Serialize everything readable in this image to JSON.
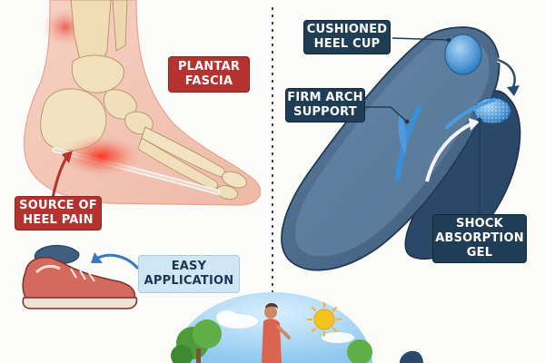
{
  "labels": {
    "plantar_fascia": "PLANTAR\nFASCIA",
    "source_heel_pain": "SOURCE OF\nHEEL PAIN",
    "easy_application": "EASY\nAPPLICATION",
    "cushioned_heel_cup": "CUSHIONED\nHEEL CUP",
    "firm_arch_support": "FIRM ARCH\nSUPPORT",
    "shock_absorption_gel": "SHOCK\nABSORPTION\nGEL"
  },
  "colors": {
    "red_label": "#b5322f",
    "navy_label": "#1f3d55",
    "light_label": "#cfe6f5",
    "insole": "#4a6a8c",
    "gel": "#5fa8e0",
    "pain": "#e8453c"
  },
  "icons": [
    "foot-anatomy-illustration",
    "pain-glow",
    "sneaker-icon",
    "insole-illustration",
    "gel-pad",
    "sun-icon",
    "walking-person",
    "tree-icon"
  ]
}
